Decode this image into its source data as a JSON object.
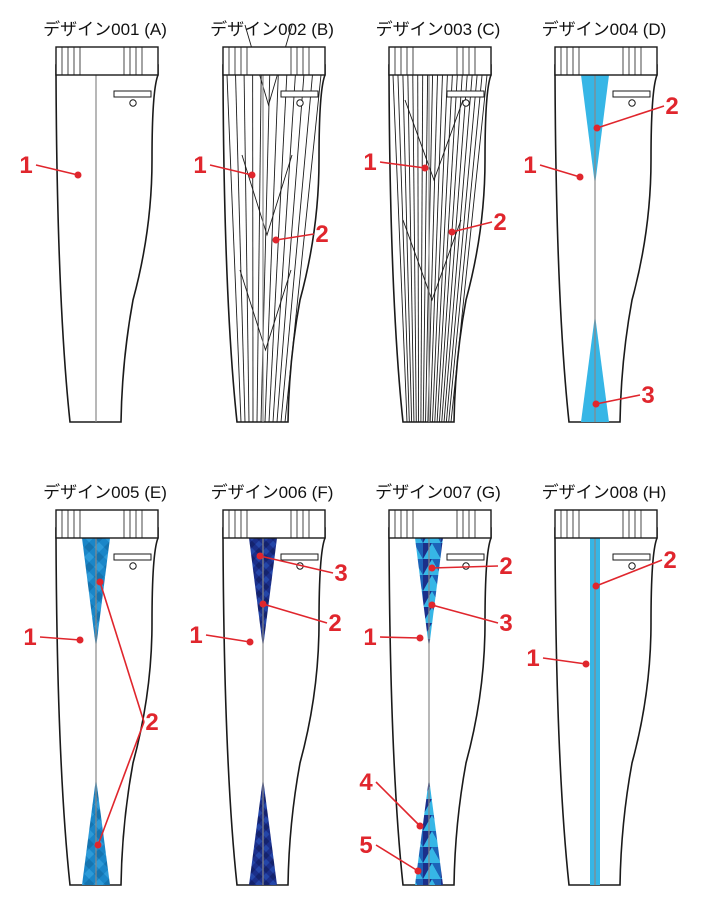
{
  "colors": {
    "outline": "#1a1a1a",
    "callout": "#e0262d",
    "light_blue": "#36b6e6",
    "mid_blue": "#1a86c8",
    "navy": "#1b2f8a",
    "seam": "#888888"
  },
  "designs": [
    {
      "caption": "デザイン001 (A)",
      "style": "plain",
      "labels": [
        {
          "text": "1"
        }
      ]
    },
    {
      "caption": "デザイン002 (B)",
      "style": "stripes",
      "labels": [
        {
          "text": "1"
        },
        {
          "text": "2"
        }
      ]
    },
    {
      "caption": "デザイン003 (C)",
      "style": "dense-stripes",
      "labels": [
        {
          "text": "1"
        },
        {
          "text": "2"
        }
      ]
    },
    {
      "caption": "デザイン004 (D)",
      "style": "wedge-light",
      "labels": [
        {
          "text": "2"
        },
        {
          "text": "1"
        },
        {
          "text": "3"
        }
      ]
    },
    {
      "caption": "デザイン005 (E)",
      "style": "wedge-pattern-blue",
      "labels": [
        {
          "text": "1"
        },
        {
          "text": "2"
        }
      ]
    },
    {
      "caption": "デザイン006 (F)",
      "style": "wedge-pattern-navy",
      "labels": [
        {
          "text": "3"
        },
        {
          "text": "2"
        },
        {
          "text": "1"
        }
      ]
    },
    {
      "caption": "デザイン007 (G)",
      "style": "wedge-triangles",
      "labels": [
        {
          "text": "2"
        },
        {
          "text": "3"
        },
        {
          "text": "1"
        },
        {
          "text": "4"
        },
        {
          "text": "5"
        }
      ]
    },
    {
      "caption": "デザイン008 (H)",
      "style": "side-stripe",
      "labels": [
        {
          "text": "2"
        },
        {
          "text": "1"
        }
      ]
    }
  ]
}
